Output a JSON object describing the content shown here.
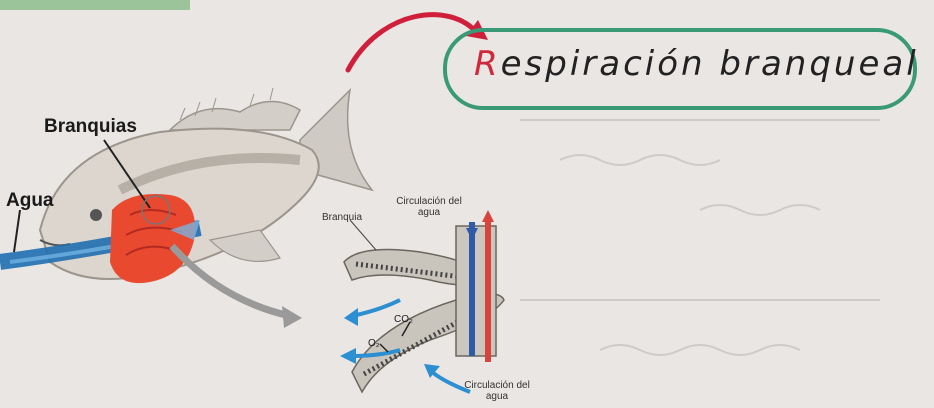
{
  "title": {
    "first_letter": "R",
    "rest": "espiración branqueal"
  },
  "labels": {
    "branquias": "Branquias",
    "agua": "Agua",
    "branquia": "Branquia",
    "circulacion_top": "Circulación del agua",
    "co2": "CO₂",
    "o2": "O₂",
    "circulacion_bottom": "Circulación del agua"
  },
  "colors": {
    "title_border": "#3a9a78",
    "arrow_red": "#d01f3a",
    "water_blue": "#1f6fb0",
    "gill_red": "#e8492f",
    "blood_blue": "#2e5aa8",
    "blood_red": "#d8433c"
  }
}
